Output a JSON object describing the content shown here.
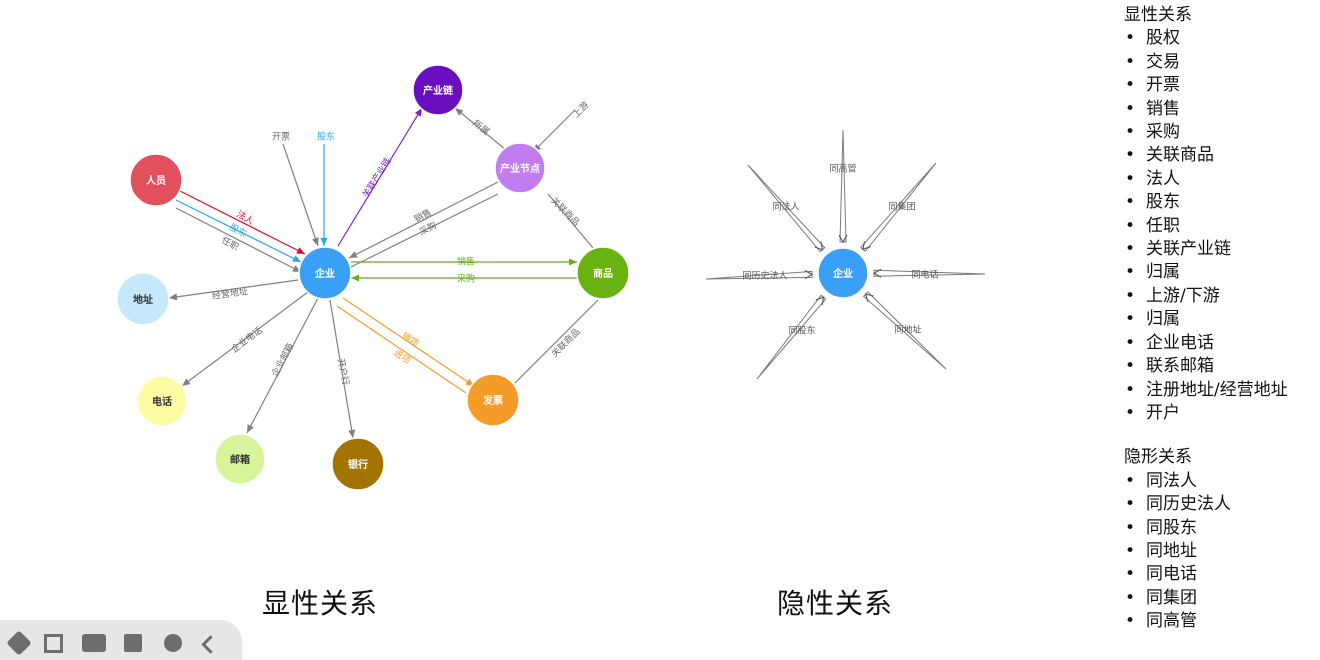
{
  "explicit": {
    "center": "企业",
    "nodes": [
      {
        "id": "person",
        "label": "人员",
        "color": "#e2505e",
        "textColor": "#ffffff"
      },
      {
        "id": "chain",
        "label": "产业链",
        "color": "#6a0fbf",
        "textColor": "#ffffff"
      },
      {
        "id": "node",
        "label": "产业节点",
        "color": "#c17cf0",
        "textColor": "#ffffff"
      },
      {
        "id": "product",
        "label": "商品",
        "color": "#6ab112",
        "textColor": "#ffffff"
      },
      {
        "id": "invoice",
        "label": "发票",
        "color": "#f49c27",
        "textColor": "#ffffff"
      },
      {
        "id": "bank",
        "label": "银行",
        "color": "#a47400",
        "textColor": "#ffffff"
      },
      {
        "id": "email",
        "label": "邮箱",
        "color": "#d7f49b",
        "textColor": "#333333"
      },
      {
        "id": "phone",
        "label": "电话",
        "color": "#fdfca5",
        "textColor": "#333333"
      },
      {
        "id": "address",
        "label": "地址",
        "color": "#c5e8fb",
        "textColor": "#333333"
      },
      {
        "id": "company",
        "label": "企业",
        "color": "#3aa0f7",
        "textColor": "#ffffff"
      }
    ],
    "edges": [
      {
        "label": "法人",
        "color": "#e00a2a"
      },
      {
        "label": "股东",
        "color": "#2aa8e6"
      },
      {
        "label": "任职",
        "color": "#808080"
      },
      {
        "label": "开票",
        "color": "#808080"
      },
      {
        "label": "股东",
        "color": "#2aa8e6"
      },
      {
        "label": "关联产业链",
        "color": "#7a24c8"
      },
      {
        "label": "所属",
        "color": "#808080"
      },
      {
        "label": "上游",
        "color": "#808080"
      },
      {
        "label": "销售",
        "color": "#808080"
      },
      {
        "label": "采购",
        "color": "#808080"
      },
      {
        "label": "关联商品",
        "color": "#808080"
      },
      {
        "label": "销售",
        "color": "#6ab112"
      },
      {
        "label": "采购",
        "color": "#6ab112"
      },
      {
        "label": "关联商品",
        "color": "#808080"
      },
      {
        "label": "销项",
        "color": "#f49c27"
      },
      {
        "label": "进项",
        "color": "#f49c27"
      },
      {
        "label": "开户行",
        "color": "#808080"
      },
      {
        "label": "企业邮箱",
        "color": "#808080"
      },
      {
        "label": "企业电话",
        "color": "#808080"
      },
      {
        "label": "经营地址",
        "color": "#808080"
      }
    ]
  },
  "implicit": {
    "center": "企业",
    "centerColor": "#3aa0f7",
    "edges": [
      {
        "label": "同高管"
      },
      {
        "label": "同法人"
      },
      {
        "label": "同集团"
      },
      {
        "label": "同历史法人"
      },
      {
        "label": "同电话"
      },
      {
        "label": "同股东"
      },
      {
        "label": "同地址"
      }
    ]
  },
  "captions": {
    "left": "显性关系",
    "right": "隐性关系"
  },
  "legend": {
    "explicit_title": "显性关系",
    "explicit_items": [
      "股权",
      "交易",
      "开票",
      "销售",
      "采购",
      "关联商品",
      "法人",
      "股东",
      "任职",
      "关联产业链",
      "归属",
      "上游/下游",
      "归属",
      "企业电话",
      "联系邮箱",
      "注册地址/经营地址",
      "开户"
    ],
    "implicit_title": "隐形关系",
    "implicit_items": [
      "同法人",
      "同历史法人",
      "同股东",
      "同地址",
      "同电话",
      "同集团",
      "同高管"
    ]
  }
}
